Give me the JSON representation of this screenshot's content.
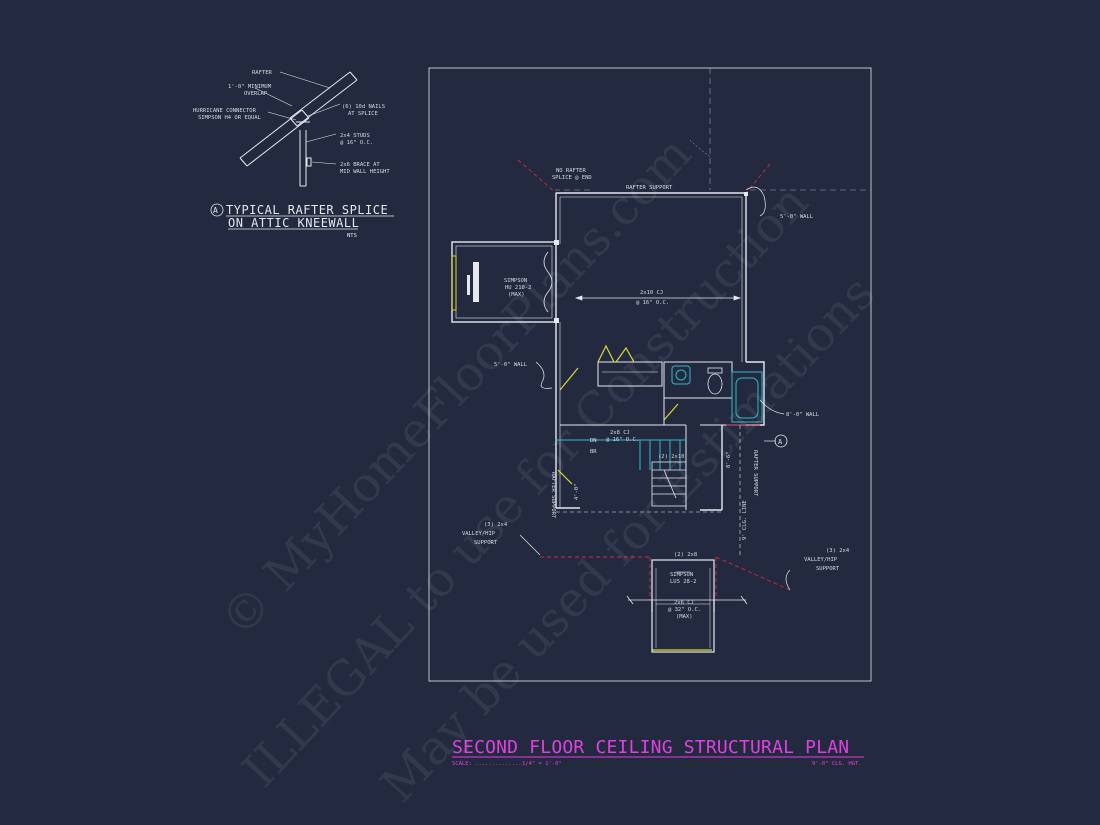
{
  "detail": {
    "marker": "A",
    "title_line1": "TYPICAL RAFTER SPLICE",
    "title_line2": "ON ATTIC KNEEWALL",
    "scale_note": "NTS",
    "labels": {
      "rafter": "RAFTER",
      "overlap_1": "1'-0\" MINIMUM",
      "overlap_2": "OVERLAP",
      "connector_1": "HURRICANE CONNECTOR",
      "connector_2": "SIMPSON H4 OR EQUAL",
      "nails_1": "(6) 10d NAILS",
      "nails_2": "AT SPLICE",
      "studs_1": "2x4 STUDS",
      "studs_2": "@ 16\" O.C.",
      "brace_1": "2x6 BRACE AT",
      "brace_2": "MID WALL HEIGHT"
    }
  },
  "plan": {
    "no_rafter_1": "NO RAFTER",
    "no_rafter_2": "SPLICE @ END",
    "rafter_support_top": "RAFTER SUPPORT",
    "wall_right_top": "5'-0\" WALL",
    "simpson_1": "SIMPSON",
    "simpson_2": "HU 210-2",
    "simpson_3": "(MAX)",
    "cj_main_1": "2x10 CJ",
    "cj_main_2": "@ 16\" O.C.",
    "wall_left": "5'-0\" WALL",
    "wall_right_mid": "8'-0\" WALL",
    "stair_cj_1": "2x8 CJ",
    "stair_cj_2": "@ 16\" O.C.",
    "dn": "DN",
    "br": "BR",
    "header": "(2) 2x10",
    "rafter_support_left": "RAFTER SUPPORT",
    "rafter_support_right": "RAFTER SUPPORT",
    "clg_line": "9' CLG. LINE",
    "dim_small": "4'-0\"",
    "dim_right": "8'-6\"",
    "valley_left_1": "(3) 2x4",
    "valley_left_2": "VALLEY/HIP",
    "valley_left_3": "SUPPORT",
    "valley_right_1": "(3) 2x4",
    "valley_right_2": "VALLEY/HIP",
    "valley_right_3": "SUPPORT",
    "porch_beam": "(2) 2x8",
    "simpson_lus_1": "SIMPSON",
    "simpson_lus_2": "LUS 28-2",
    "porch_cj_1": "2x6 CJ",
    "porch_cj_2": "@ 32\" O.C.",
    "porch_cj_3": "(MAX)",
    "section_marker": "A"
  },
  "title_block": {
    "title": "SECOND FLOOR CEILING STRUCTURAL PLAN",
    "scale_label": "SCALE: ..............",
    "scale_value": "1/4\" = 1'-0\"",
    "ceiling_height": "9'-0\" CLG. HGT."
  },
  "watermark": {
    "line1": "© MyHomeFloorPlans.com",
    "line2": "ILLEGAL to use for Construction",
    "line3": "May be used for Estimations"
  },
  "colors": {
    "background": "#232a3f",
    "linework": "#e6e8ee",
    "title": "#e040e0",
    "red_dash": "#d4293b",
    "yellow": "#d9d933",
    "cyan": "#30b8c8"
  }
}
